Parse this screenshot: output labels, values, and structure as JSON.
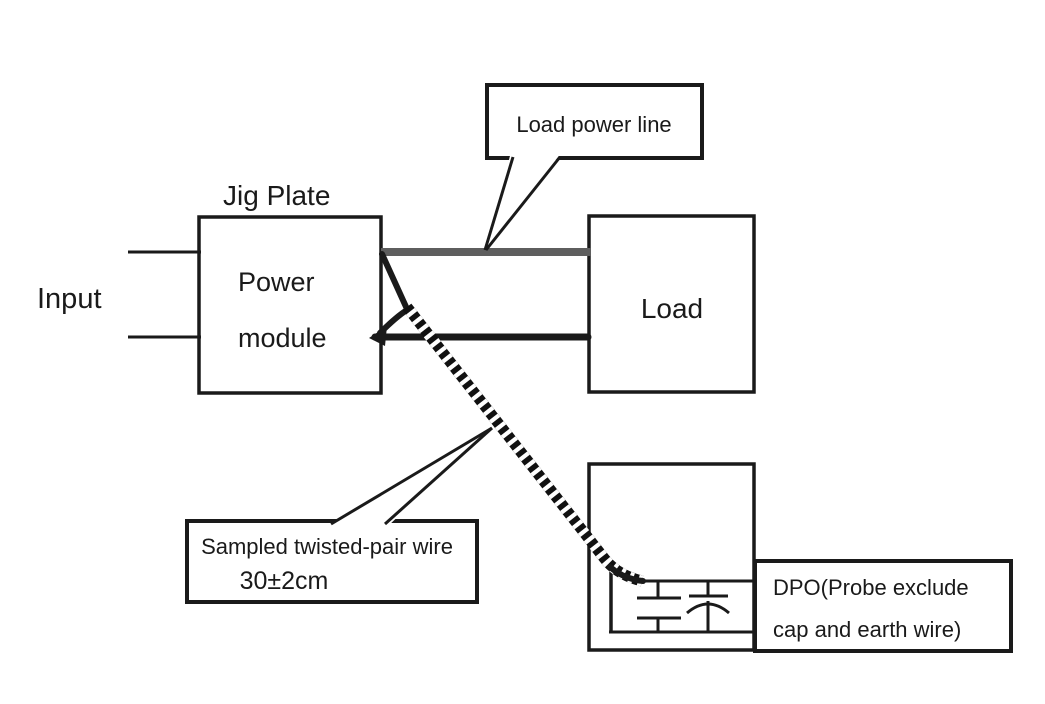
{
  "diagram": {
    "blocks": {
      "jig_plate_label": "Jig Plate",
      "power_module": {
        "line1": "Power",
        "line2": "module"
      },
      "input_label": "Input",
      "load_label": "Load",
      "dpo": {
        "line1": "DPO(Probe exclude",
        "line2": "cap and earth wire)"
      }
    },
    "callouts": {
      "load_power_line": {
        "text": "Load power line"
      },
      "twisted_pair": {
        "line1": "Sampled twisted-pair wire",
        "line2": "30±2cm"
      }
    },
    "colors": {
      "ink": "#1a1a1a",
      "load_power_line_gray": "#5e5e5e",
      "background": "#ffffff"
    }
  }
}
